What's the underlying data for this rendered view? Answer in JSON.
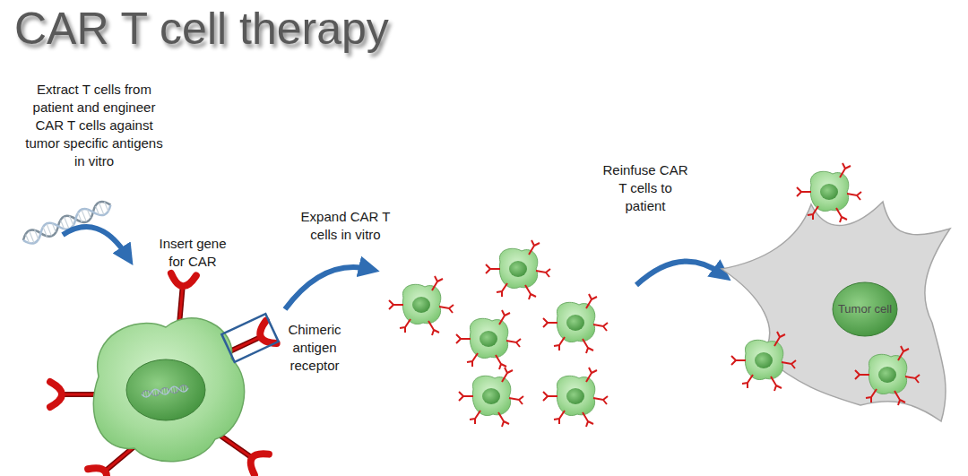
{
  "diagram": {
    "title": "CAR T cell therapy",
    "nodes": [
      {
        "text": [
          "Tumor cell"
        ]
      }
    ],
    "labels": [
      "Extract T cells from patient and engineer CAR T cells against tumor specific antigens in vitro",
      "Insert gene for CAR",
      "Chimeric antigen receptor",
      "Expand CAR T cells in vitro",
      "Reinfuse CAR T cells to patient"
    ]
  }
}
